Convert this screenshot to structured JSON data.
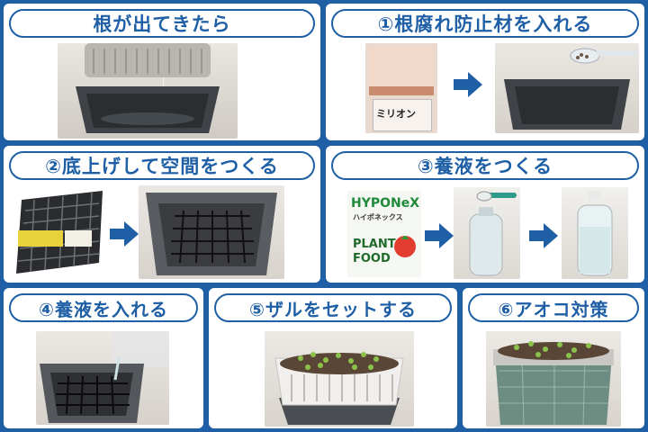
{
  "panels": [
    {
      "title": "根が出てきたら"
    },
    {
      "title": "①根腐れ防止材を入れる"
    },
    {
      "title": "②底上げして空間をつくる"
    },
    {
      "title": "③養液をつくる"
    },
    {
      "title": "④養液を入れる"
    },
    {
      "title": "⑤ザルをセットする"
    },
    {
      "title": "⑥アオコ対策"
    }
  ],
  "products": {
    "millionA": "ミリオン",
    "hyponex_brand": "HYPONeX",
    "hyponex_sub": "ハイポネックス",
    "plant_food_1": "PLANT",
    "plant_food_2": "FOOD"
  },
  "colors": {
    "accent": "#1f5fa6",
    "background": "#1f5fa6",
    "tray": "#4a4d52"
  }
}
